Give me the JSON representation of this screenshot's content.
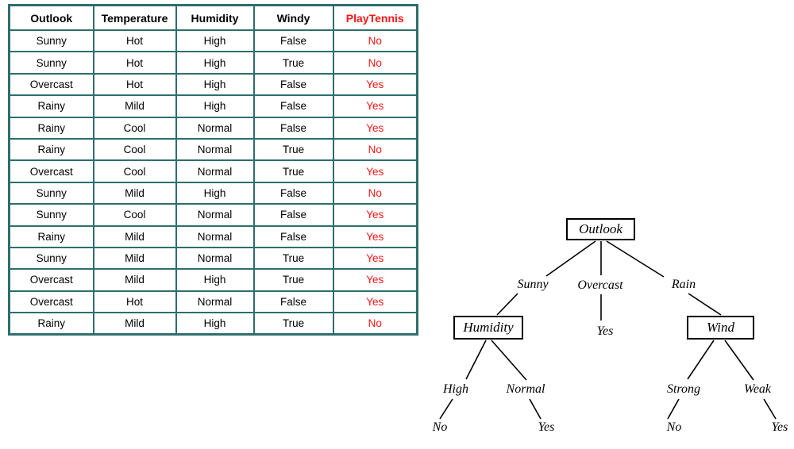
{
  "table": {
    "headers": [
      "Outlook",
      "Temperature",
      "Humidity",
      "Windy",
      "PlayTennis"
    ],
    "rows": [
      [
        "Sunny",
        "Hot",
        "High",
        "False",
        "No"
      ],
      [
        "Sunny",
        "Hot",
        "High",
        "True",
        "No"
      ],
      [
        "Overcast",
        "Hot",
        "High",
        "False",
        "Yes"
      ],
      [
        "Rainy",
        "Mild",
        "High",
        "False",
        "Yes"
      ],
      [
        "Rainy",
        "Cool",
        "Normal",
        "False",
        "Yes"
      ],
      [
        "Rainy",
        "Cool",
        "Normal",
        "True",
        "No"
      ],
      [
        "Overcast",
        "Cool",
        "Normal",
        "True",
        "Yes"
      ],
      [
        "Sunny",
        "Mild",
        "High",
        "False",
        "No"
      ],
      [
        "Sunny",
        "Cool",
        "Normal",
        "False",
        "Yes"
      ],
      [
        "Rainy",
        "Mild",
        "Normal",
        "False",
        "Yes"
      ],
      [
        "Sunny",
        "Mild",
        "Normal",
        "True",
        "Yes"
      ],
      [
        "Overcast",
        "Mild",
        "High",
        "True",
        "Yes"
      ],
      [
        "Overcast",
        "Hot",
        "Normal",
        "False",
        "Yes"
      ],
      [
        "Rainy",
        "Mild",
        "High",
        "True",
        "No"
      ]
    ]
  },
  "tree": {
    "nodes": {
      "outlook": "Outlook",
      "humidity": "Humidity",
      "wind": "Wind"
    },
    "branches": {
      "sunny": "Sunny",
      "overcast": "Overcast",
      "rain": "Rain",
      "high": "High",
      "normal": "Normal",
      "strong": "Strong",
      "weak": "Weak"
    },
    "leaves": {
      "overcast_yes": "Yes",
      "high_no": "No",
      "normal_yes": "Yes",
      "strong_no": "No",
      "weak_yes": "Yes"
    }
  },
  "colors": {
    "table_border": "#2E6E6E",
    "play_tennis_text": "#FF1414",
    "tree_line": "#000000",
    "text": "#000000",
    "background": "#FFFFFF"
  }
}
